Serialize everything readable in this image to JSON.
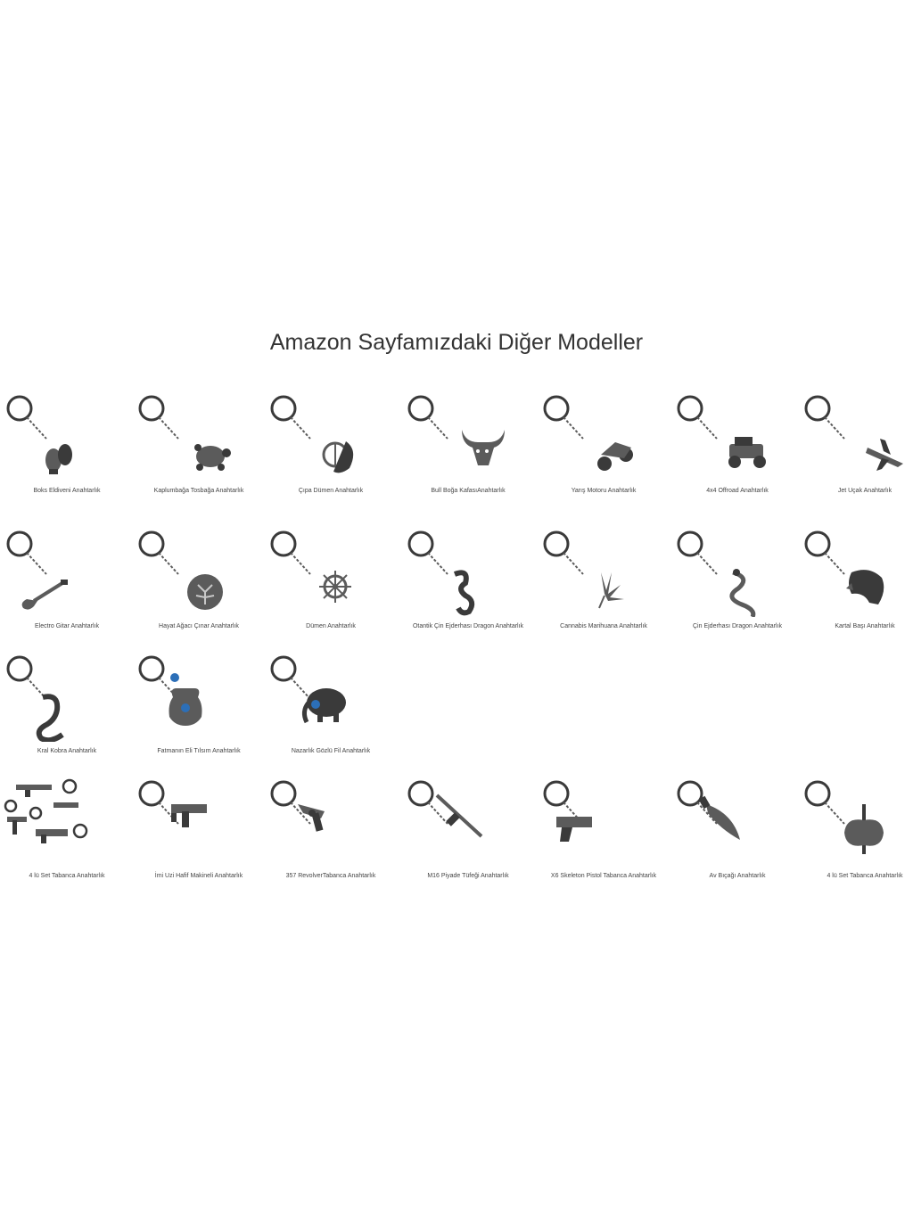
{
  "title": "Amazon Sayfamızdaki Diğer Modeller",
  "colors": {
    "metal": "#5b5b5b",
    "metal_dark": "#3a3a3a",
    "evil_eye_blue": "#2c6fb8",
    "background": "#ffffff"
  },
  "rows": [
    {
      "items": [
        {
          "label": "Boks Eldiveni  Anahtarlık",
          "icon": "boxing-gloves-icon"
        },
        {
          "label": "Kaplumbağa Tosbağa Anahtarlık",
          "icon": "turtle-icon"
        },
        {
          "label": "Çıpa Dümen Anahtarlık",
          "icon": "anchor-helm-icon"
        },
        {
          "label": "Bull Boğa KafasıAnahtarlık",
          "icon": "bull-head-icon"
        },
        {
          "label": "Yarış Motoru Anahtarlık",
          "icon": "motorcycle-icon"
        },
        {
          "label": "4x4 Offroad Anahtarlık",
          "icon": "offroad-car-icon"
        },
        {
          "label": "Jet Uçak  Anahtarlık",
          "icon": "jet-plane-icon"
        }
      ]
    },
    {
      "items": [
        {
          "label": "Electro Gitar Anahtarlık",
          "icon": "electric-guitar-icon"
        },
        {
          "label": "Hayat Ağacı Çınar Anahtarlık",
          "icon": "tree-of-life-icon"
        },
        {
          "label": "Dümen Anahtarlık",
          "icon": "ship-wheel-icon"
        },
        {
          "label": "Otantik Çin Ejderhası Dragon Anahtarlık",
          "icon": "dragon-icon"
        },
        {
          "label": "Cannabis Marihuana Anahtarlık",
          "icon": "leaf-icon"
        },
        {
          "label": "Çin Ejderhası Dragon Anahtarlık",
          "icon": "chinese-dragon-icon"
        },
        {
          "label": "Kartal Başı  Anahtarlık",
          "icon": "eagle-head-icon"
        }
      ]
    },
    {
      "items": [
        {
          "label": "Kral Kobra Anahtarlık",
          "icon": "cobra-icon"
        },
        {
          "label": "Fatmanın Eli Tılsım  Anahtarlık",
          "icon": "hamsa-hand-icon"
        },
        {
          "label": "Nazarlık Gözlü Fil Anahtarlık",
          "icon": "elephant-icon"
        }
      ]
    },
    {
      "items": [
        {
          "label": "4 lü Set Tabanca Anahtarlık",
          "icon": "gun-set-icon"
        },
        {
          "label": "İmi Uzi Hafif Makineli Anahtarlık",
          "icon": "uzi-icon"
        },
        {
          "label": "357 RevolverTabanca Anahtarlık",
          "icon": "revolver-icon"
        },
        {
          "label": "M16 Piyade Tüfeği  Anahtarlık",
          "icon": "rifle-icon"
        },
        {
          "label": "X6 Skeleton Pistol  Tabanca Anahtarlık",
          "icon": "pistol-icon"
        },
        {
          "label": "Av Bıçağı  Anahtarlık",
          "icon": "hunting-knife-icon"
        },
        {
          "label": "4 lü Set Tabanca Anahtarlık",
          "icon": "battle-axe-icon"
        }
      ]
    }
  ]
}
